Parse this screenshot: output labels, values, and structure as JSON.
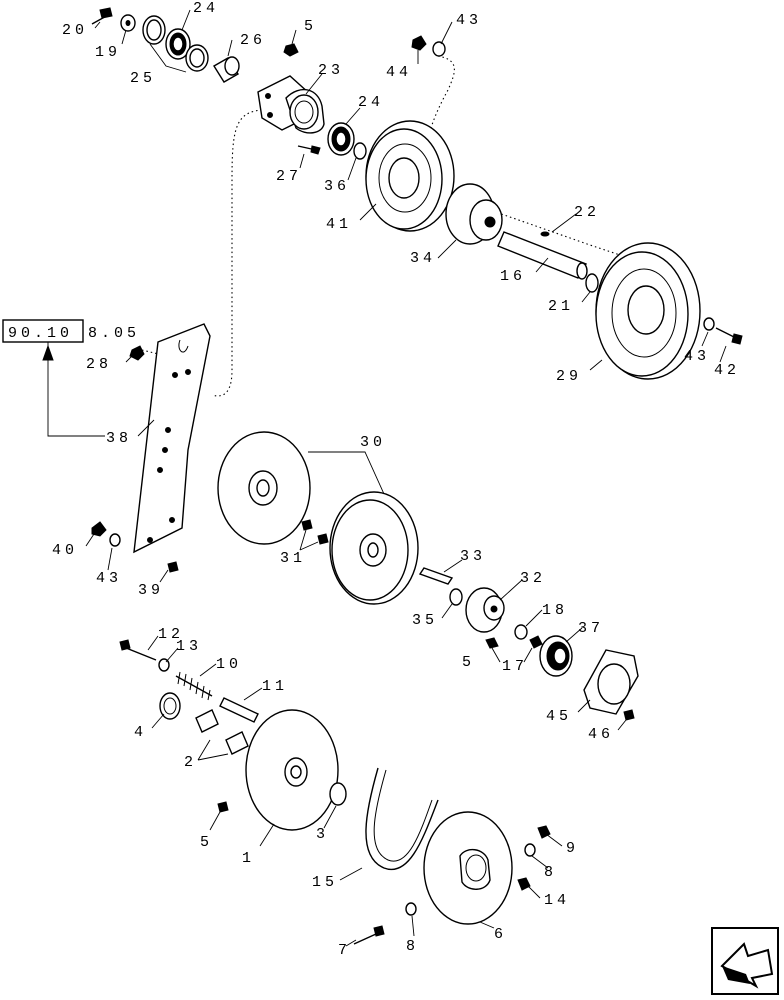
{
  "reference": {
    "boxed": "90.10",
    "rest": "8.05"
  },
  "callouts": {
    "c20": "20",
    "c19": "19",
    "c24a": "24",
    "c25": "25",
    "c26": "26",
    "c23": "23",
    "c5a": "5",
    "c43a": "43",
    "c44": "44",
    "c24b": "24",
    "c27": "27",
    "c36": "36",
    "c41": "41",
    "c22": "22",
    "c34": "34",
    "c16": "16",
    "c21": "21",
    "c43b": "43",
    "c42": "42",
    "c29": "29",
    "c28": "28",
    "c38": "38",
    "c30": "30",
    "c40": "40",
    "c43c": "43",
    "c39": "39",
    "c31": "31",
    "c33": "33",
    "c32": "32",
    "c35": "35",
    "c18": "18",
    "c37": "37",
    "c5b": "5",
    "c17": "17",
    "c45": "45",
    "c46": "46",
    "c12": "12",
    "c13": "13",
    "c10": "10",
    "c11": "11",
    "c4": "4",
    "c2": "2",
    "c5c": "5",
    "c1": "1",
    "c3": "3",
    "c15": "15",
    "c9": "9",
    "c8a": "8",
    "c14": "14",
    "c7": "7",
    "c8b": "8",
    "c6": "6"
  },
  "icons": {
    "navigation": "next-page-arrow-icon"
  }
}
